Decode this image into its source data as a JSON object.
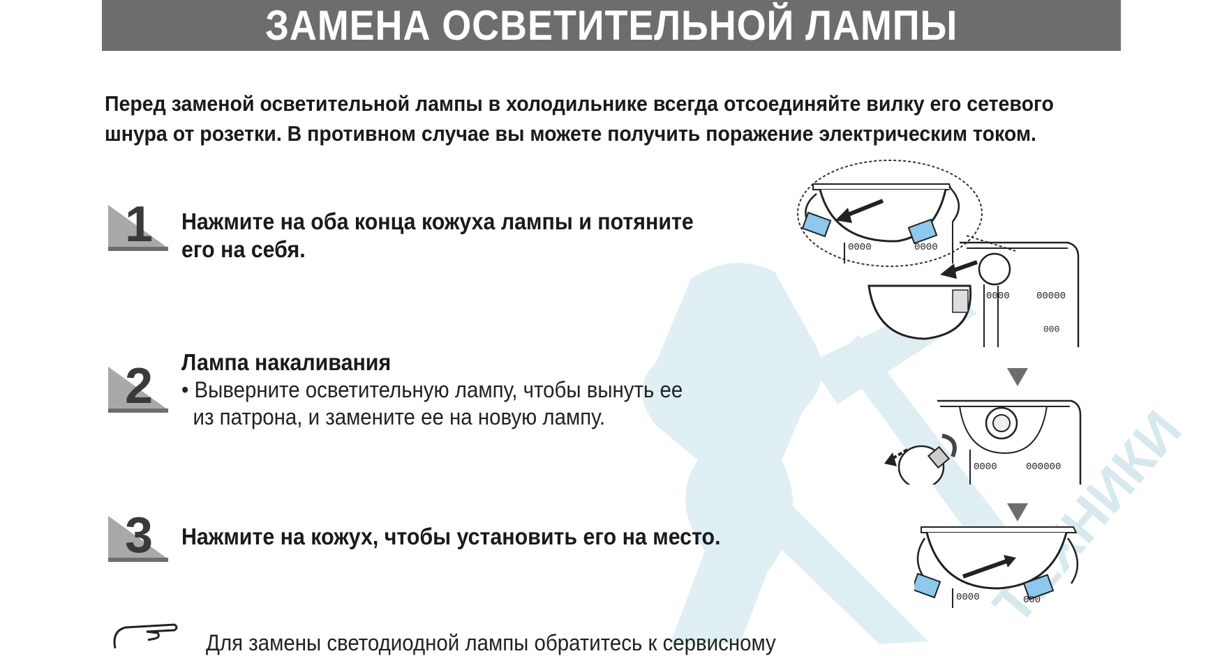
{
  "title": "ЗАМЕНА ОСВЕТИТЕЛЬНОЙ ЛАМПЫ",
  "intro": {
    "line1": "Перед заменой осветительной лампы в холодильнике всегда отсоединяйте вилку его сетевого",
    "line2": "шнура от розетки. В противном случае вы можете получить поражение электрическим током."
  },
  "steps": [
    {
      "number": "1",
      "line1": "Нажмите на оба конца кожуха лампы и потяните",
      "line2": "его на себя."
    },
    {
      "number": "2",
      "heading": "Лампа накаливания",
      "line1": "• Выверните осветительную лампу, чтобы вынуть ее",
      "line2": "из патрона, и замените ее на новую лампу."
    },
    {
      "number": "3",
      "line1": "Нажмите на кожух, чтобы установить его на место."
    }
  ],
  "note": {
    "icon": "pointing-hand-icon",
    "text": "Для замены светодиодной лампы обратитесь к сервисному"
  },
  "watermark": {
    "text": "ТЕХНИКИ",
    "color": "#cfe6ec"
  },
  "colors": {
    "title_bg": "#6d6d6d",
    "step_badge": "#a9a9a9"
  }
}
